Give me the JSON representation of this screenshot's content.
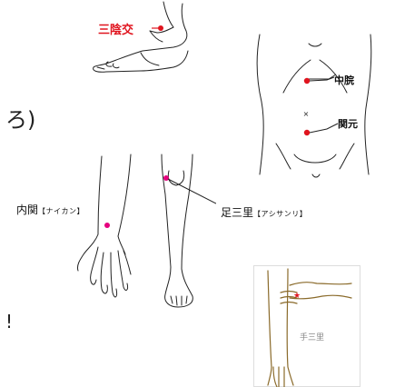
{
  "labels": {
    "sanninko": "三陰交",
    "chukan": "中脘",
    "kangen": "関元",
    "naikan": "内関",
    "naikan_kana": "【ナイカン】",
    "ashisanri": "足三里",
    "ashisanri_kana": "【アシサンリ】",
    "tesanri": "手三里"
  },
  "fragments": {
    "left_mid": "ろ)",
    "left_bottom": "!"
  },
  "colors": {
    "point_red": "#e0141e",
    "point_magenta": "#e6007e",
    "line": "#222222",
    "frame_gray": "#dddddd"
  }
}
